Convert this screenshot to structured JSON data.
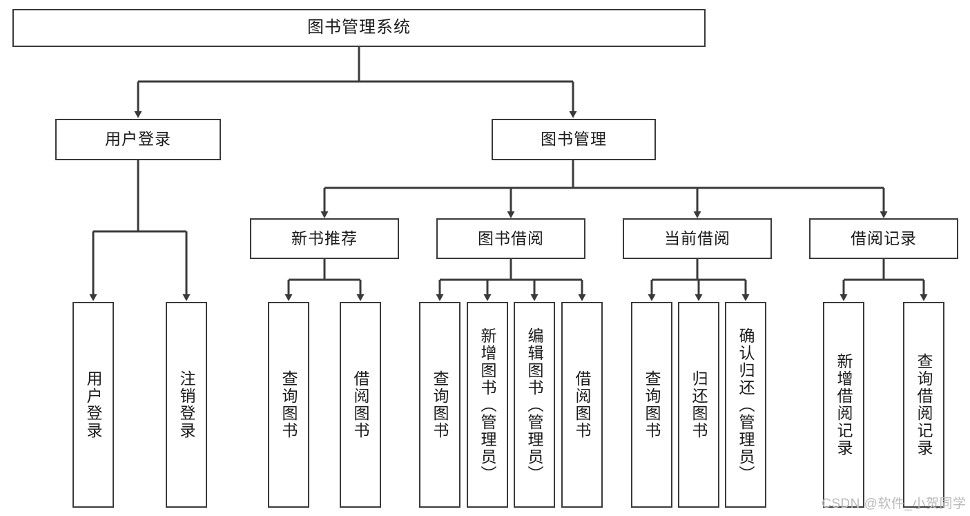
{
  "diagram": {
    "type": "tree",
    "title": "图书管理系统",
    "colors": {
      "box_border": "#3a3a3a",
      "box_fill": "#ffffff",
      "connector": "#3a3a3a",
      "text": "#1b1b1b",
      "watermark": "#b9b9b9",
      "background": "#ffffff"
    }
  },
  "nodes": {
    "root": {
      "label": "图书管理系统"
    },
    "level2": [
      {
        "label": "用户登录"
      },
      {
        "label": "图书管理"
      }
    ],
    "level3": [
      {
        "label": "新书推荐"
      },
      {
        "label": "图书借阅"
      },
      {
        "label": "当前借阅"
      },
      {
        "label": "借阅记录"
      }
    ],
    "leaves": {
      "user_login": [
        {
          "label": "用户登录"
        },
        {
          "label": "注销登录"
        }
      ],
      "new_book_recommend": [
        {
          "label": "查询图书"
        },
        {
          "label": "借阅图书"
        }
      ],
      "book_borrow": [
        {
          "label": "查询图书"
        },
        {
          "label": "新增图书（管理员）"
        },
        {
          "label": "编辑图书（管理员）"
        },
        {
          "label": "借阅图书"
        }
      ],
      "current_borrow": [
        {
          "label": "查询图书"
        },
        {
          "label": "归还图书"
        },
        {
          "label": "确认归还（管理员）"
        }
      ],
      "borrow_record": [
        {
          "label": "新增借阅记录"
        },
        {
          "label": "查询借阅记录"
        }
      ]
    }
  },
  "watermark": {
    "text": "CSDN @软件_小贺同学"
  }
}
